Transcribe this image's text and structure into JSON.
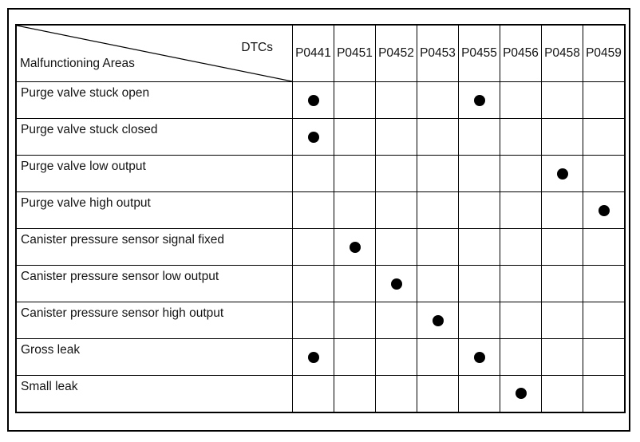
{
  "page": {
    "background": "#ffffff",
    "line_color": "#000000"
  },
  "table": {
    "corner": {
      "top_right_label": "DTCs",
      "bottom_left_label": "Malfunctioning Areas"
    },
    "columns": [
      "P0441",
      "P0451",
      "P0452",
      "P0453",
      "P0455",
      "P0456",
      "P0458",
      "P0459"
    ],
    "rows": [
      {
        "label": "Purge valve stuck open",
        "dtcs": [
          "P0441",
          "P0455"
        ]
      },
      {
        "label": "Purge valve stuck closed",
        "dtcs": [
          "P0441"
        ]
      },
      {
        "label": "Purge valve low output",
        "dtcs": [
          "P0458"
        ]
      },
      {
        "label": "Purge valve high output",
        "dtcs": [
          "P0459"
        ]
      },
      {
        "label": "Canister pressure sensor signal fixed",
        "dtcs": [
          "P0451"
        ]
      },
      {
        "label": "Canister pressure sensor low output",
        "dtcs": [
          "P0452"
        ]
      },
      {
        "label": "Canister pressure sensor high output",
        "dtcs": [
          "P0453"
        ]
      },
      {
        "label": "Gross leak",
        "dtcs": [
          "P0441",
          "P0455"
        ]
      },
      {
        "label": "Small leak",
        "dtcs": [
          "P0456"
        ]
      }
    ],
    "marker": {
      "shape": "filled-circle",
      "color": "#000000"
    }
  }
}
